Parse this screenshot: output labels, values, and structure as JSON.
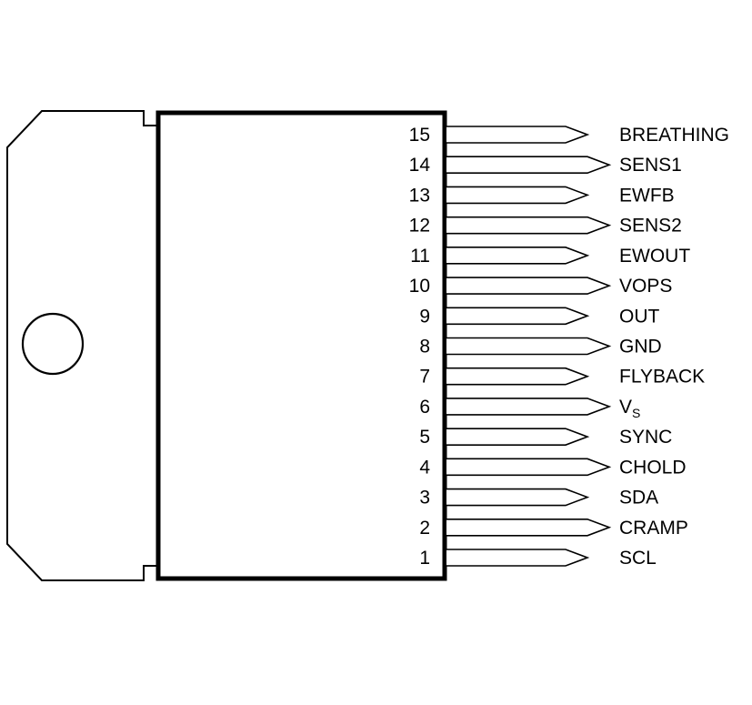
{
  "pins": [
    {
      "number": "15",
      "label": "BREATHING",
      "long": false
    },
    {
      "number": "14",
      "label": "SENS1",
      "long": true
    },
    {
      "number": "13",
      "label": "EWFB",
      "long": false
    },
    {
      "number": "12",
      "label": "SENS2",
      "long": true
    },
    {
      "number": "11",
      "label": "EWOUT",
      "long": false
    },
    {
      "number": "10",
      "label": "VOPS",
      "long": true
    },
    {
      "number": "9",
      "label": "OUT",
      "long": false
    },
    {
      "number": "8",
      "label": "GND",
      "long": true
    },
    {
      "number": "7",
      "label": "FLYBACK",
      "long": false
    },
    {
      "number": "6",
      "label": "V",
      "sub": "S",
      "long": true
    },
    {
      "number": "5",
      "label": "SYNC",
      "long": false
    },
    {
      "number": "4",
      "label": "CHOLD",
      "long": true
    },
    {
      "number": "3",
      "label": "SDA",
      "long": false
    },
    {
      "number": "2",
      "label": "CRAMP",
      "long": true
    },
    {
      "number": "1",
      "label": "SCL",
      "long": false
    }
  ]
}
